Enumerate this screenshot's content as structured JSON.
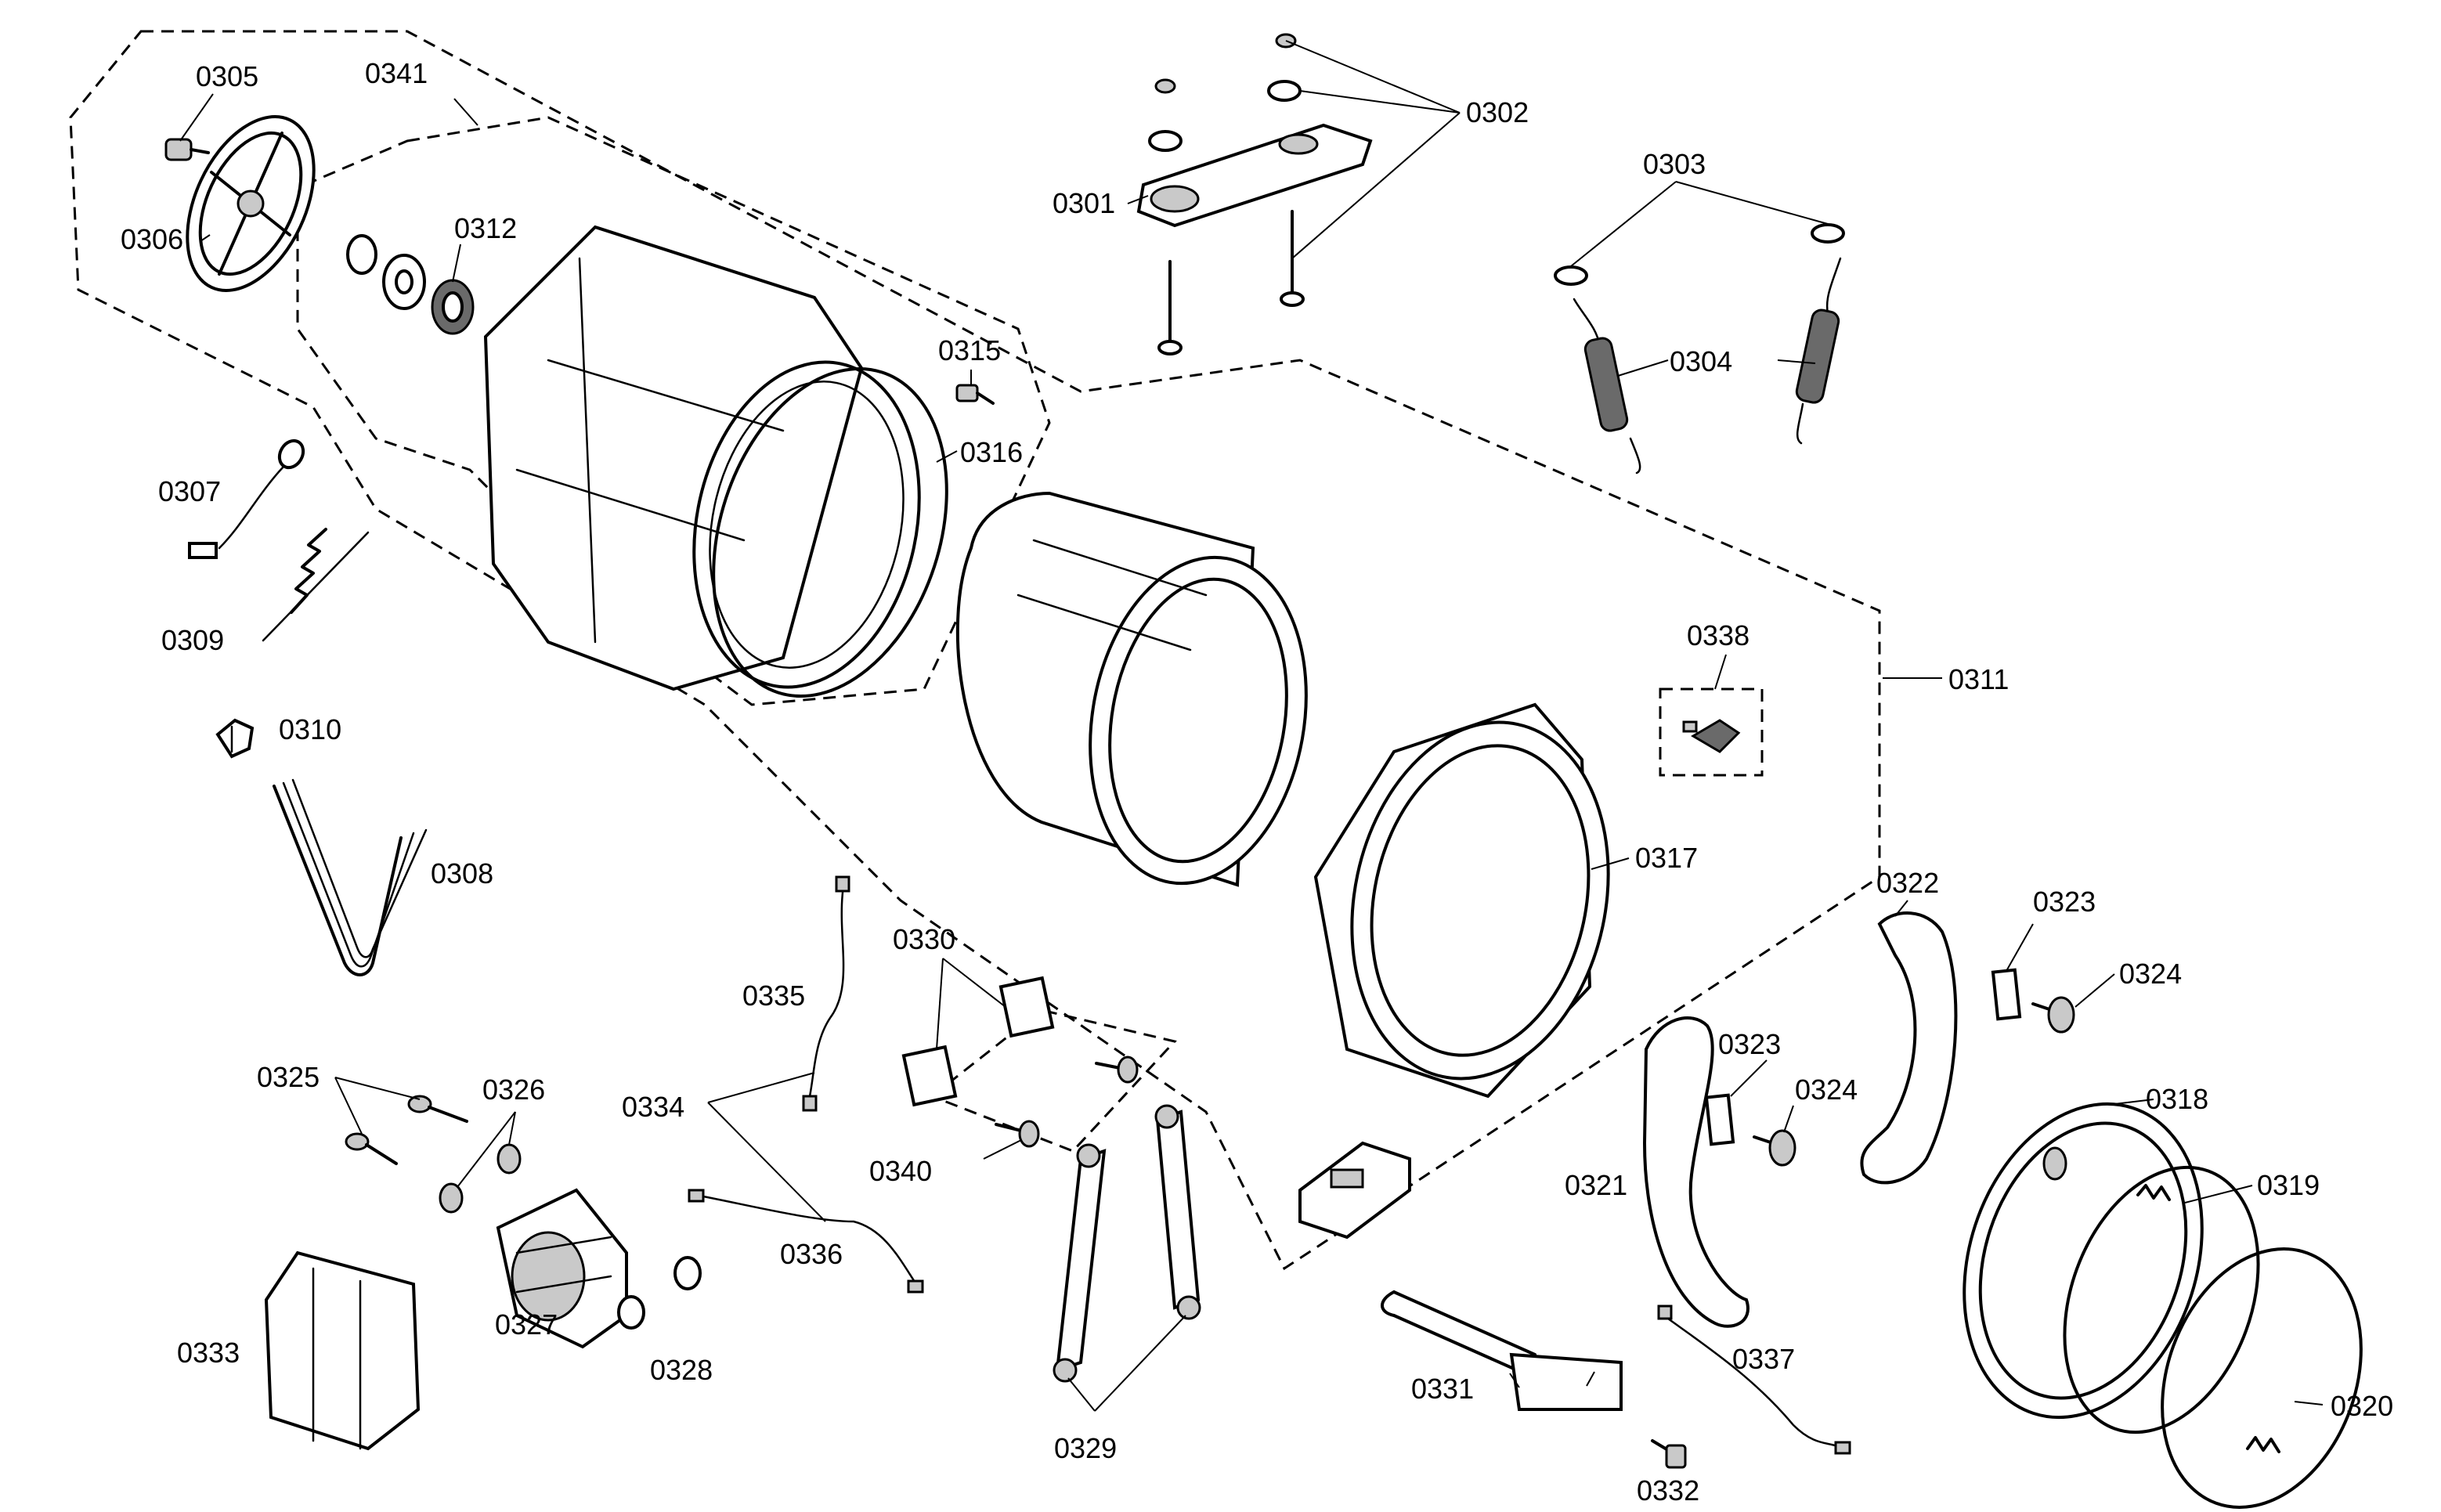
{
  "labels": {
    "p0301": "0301",
    "p0302": "0302",
    "p0303": "0303",
    "p0304": "0304",
    "p0305": "0305",
    "p0306": "0306",
    "p0307": "0307",
    "p0308": "0308",
    "p0309": "0309",
    "p0310": "0310",
    "p0311": "0311",
    "p0312": "0312",
    "p0315": "0315",
    "p0316": "0316",
    "p0317": "0317",
    "p0318": "0318",
    "p0319": "0319",
    "p0320": "0320",
    "p0321": "0321",
    "p0322": "0322",
    "p0323a": "0323",
    "p0323b": "0323",
    "p0324a": "0324",
    "p0324b": "0324",
    "p0325": "0325",
    "p0326": "0326",
    "p0327": "0327",
    "p0328": "0328",
    "p0329": "0329",
    "p0330": "0330",
    "p0331": "0331",
    "p0332": "0332",
    "p0333": "0333",
    "p0334": "0334",
    "p0335": "0335",
    "p0336": "0336",
    "p0337": "0337",
    "p0338": "0338",
    "p0340": "0340",
    "p0341": "0341"
  }
}
